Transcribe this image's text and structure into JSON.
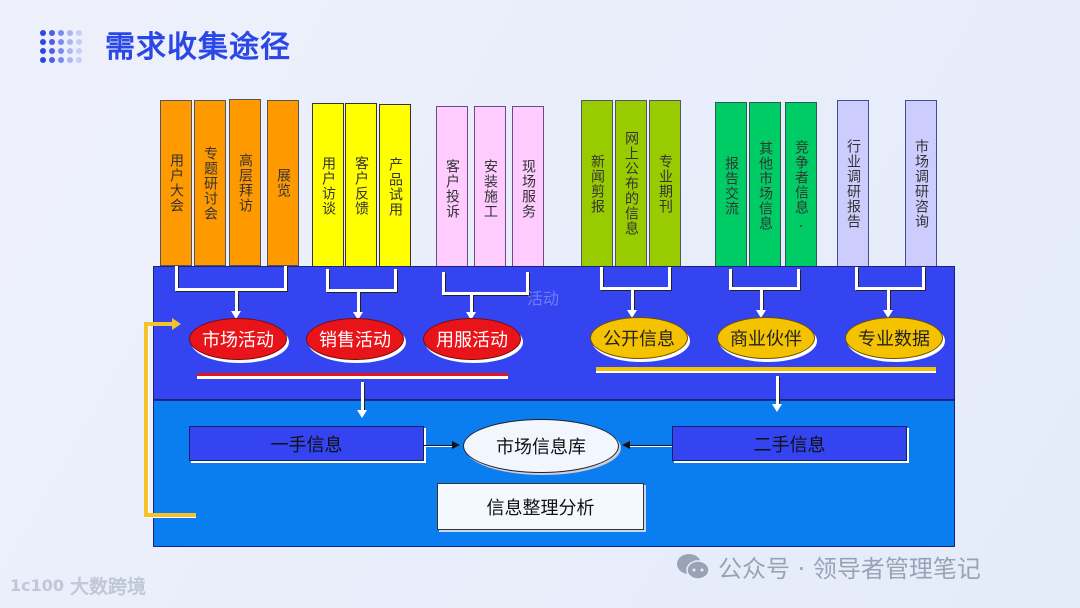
{
  "header": {
    "title": "需求收集途径"
  },
  "colors": {
    "title": "#2b48e6",
    "orange": "#ff9900",
    "yellow": "#ffff00",
    "pink": "#ffccff",
    "yellowgreen": "#99cc00",
    "green": "#00cc66",
    "lavender": "#ccccff",
    "panel_top": "#3344f0",
    "panel_bottom": "#0a7ef0",
    "red_ellipse": "#e8141a",
    "gold_ellipse": "#f5c200",
    "feedback_line": "#f5c22a"
  },
  "sources": {
    "market": [
      "用户大会",
      "专题研讨会",
      "高层拜访",
      "展览"
    ],
    "sales": [
      "用户访谈",
      "客户反馈",
      "产品试用"
    ],
    "service": [
      "客户投诉",
      "安装施工",
      "现场服务"
    ],
    "public": [
      "新闻剪报",
      "网上公布的信息",
      "专业期刊"
    ],
    "partner": [
      "报告交流",
      "其他市场信息",
      "竞争者信息."
    ],
    "professional": [
      "行业调研报告",
      "市场调研咨询"
    ]
  },
  "categories": {
    "market_activity": "市场活动",
    "sales_activity": "销售活动",
    "service_activity": "用服活动",
    "public_info": "公开信息",
    "business_partner": "商业伙伴",
    "professional_data": "专业数据"
  },
  "activity_label": "活动",
  "flow": {
    "first_hand": "一手信息",
    "second_hand": "二手信息",
    "database": "市场信息库",
    "analysis": "信息整理分析"
  },
  "watermarks": {
    "left": "大数跨境",
    "left_logo": "1c100",
    "right": "公众号 · 领导者管理笔记"
  }
}
